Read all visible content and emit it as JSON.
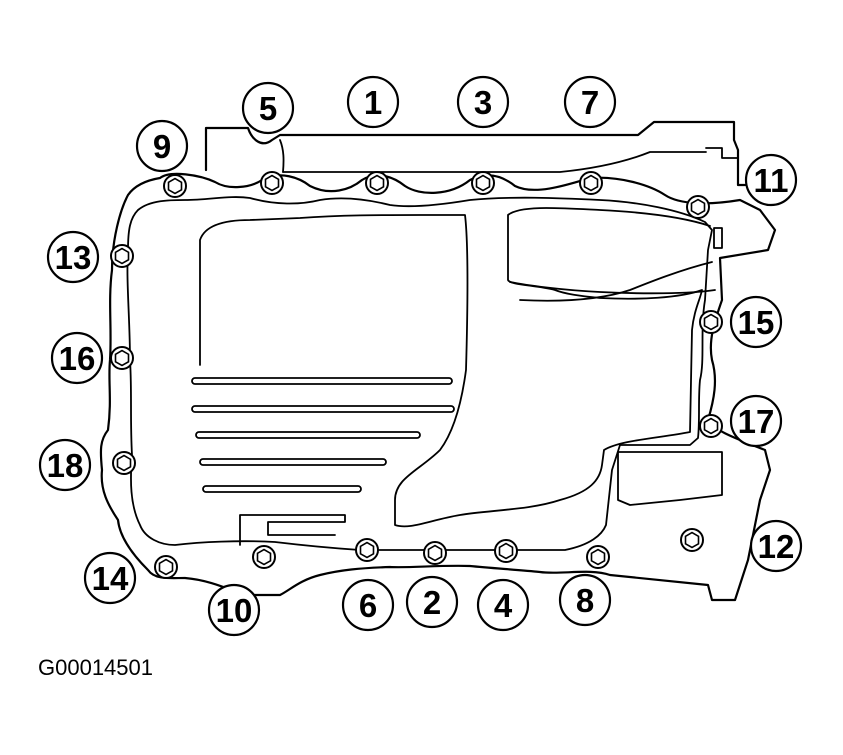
{
  "figure_id": "G00014501",
  "callouts": [
    "1",
    "2",
    "3",
    "4",
    "5",
    "6",
    "7",
    "8",
    "9",
    "10",
    "11",
    "12",
    "13",
    "14",
    "15",
    "16",
    "17",
    "18"
  ]
}
